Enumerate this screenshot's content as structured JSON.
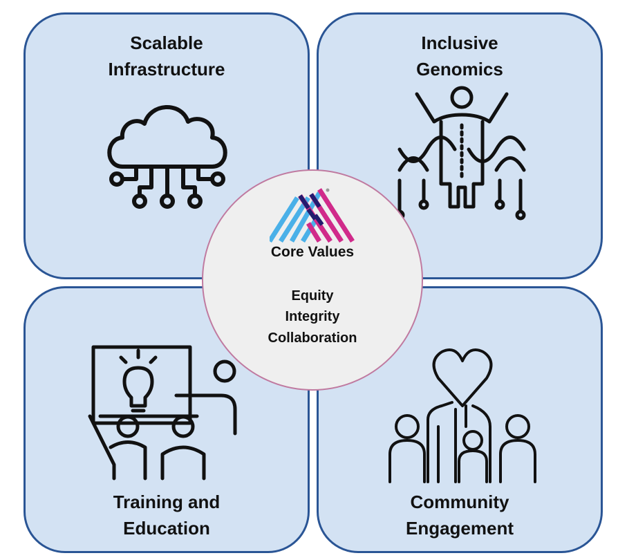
{
  "quadrants": [
    {
      "title_line1": "Scalable",
      "title_line2": "Infrastructure",
      "icon": "cloud-network-icon"
    },
    {
      "title_line1": "Inclusive",
      "title_line2": "Genomics",
      "icon": "person-dna-icon"
    },
    {
      "title_line1": "Training and",
      "title_line2": "Education",
      "icon": "teaching-board-icon"
    },
    {
      "title_line1": "Community",
      "title_line2": "Engagement",
      "icon": "people-heart-icon"
    }
  ],
  "center": {
    "heading": "Core Values",
    "values": [
      "Equity",
      "Integrity",
      "Collaboration"
    ],
    "logo": "mount-sinai-logo"
  },
  "colors": {
    "card_fill": "#d3e2f3",
    "card_border": "#2a5595",
    "circle_fill": "#efefef",
    "circle_border": "#c07aa0",
    "logo_cyan": "#4ab0e8",
    "logo_magenta": "#d02a8a",
    "logo_navy": "#221c6e"
  }
}
